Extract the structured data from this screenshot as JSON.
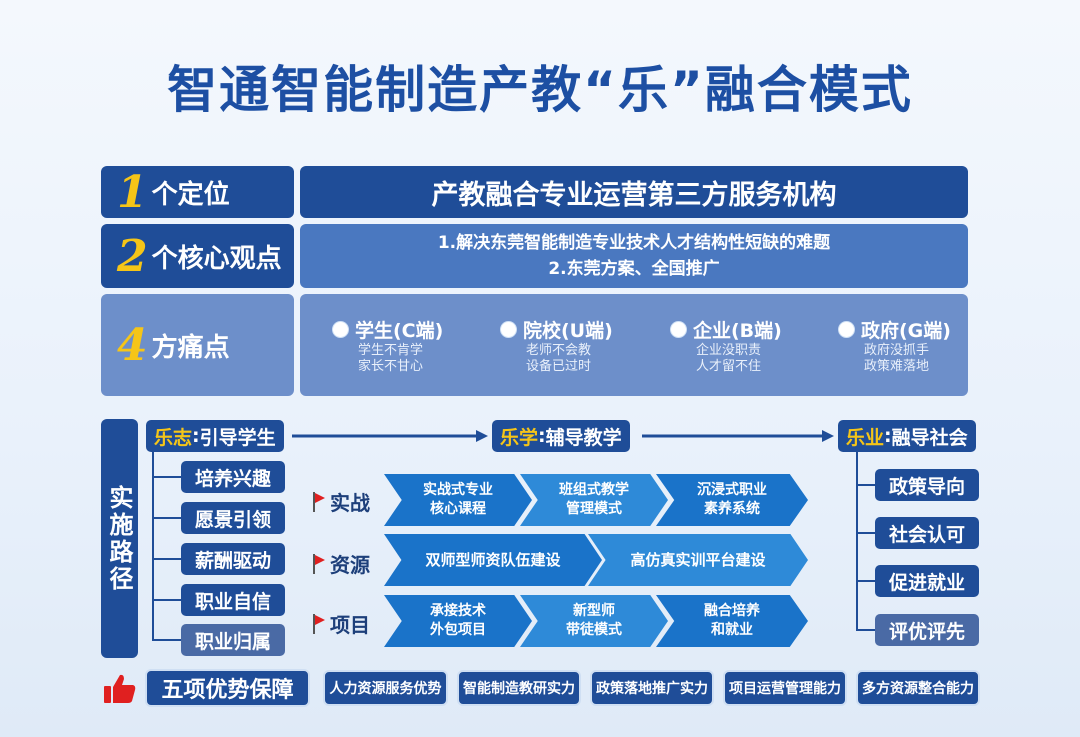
{
  "title": "智通智能制造产教“乐”融合模式",
  "rows": {
    "positioning": {
      "num": "1",
      "label": "个定位",
      "content": "产教融合专业运营第三方服务机构"
    },
    "views": {
      "num": "2",
      "label": "个核心观点",
      "lines": [
        "1.解决东莞智能制造专业技术人才结构性短缺的难题",
        "2.东莞方案、全国推广"
      ]
    },
    "pains": {
      "num": "4",
      "label": "方痛点",
      "items": [
        {
          "title": "学生(C端)",
          "sub1": "学生不肯学",
          "sub2": "家长不甘心"
        },
        {
          "title": "院校(U端)",
          "sub1": "老师不会教",
          "sub2": "设备已过时"
        },
        {
          "title": "企业(B端)",
          "sub1": "企业没职责",
          "sub2": "人才留不住"
        },
        {
          "title": "政府(G端)",
          "sub1": "政府没抓手",
          "sub2": "政策难落地"
        }
      ]
    }
  },
  "path": {
    "side_label": "实施路径",
    "stages": [
      {
        "hl": "乐志",
        "sep": ":",
        "text": "引导学生"
      },
      {
        "hl": "乐学",
        "sep": ":",
        "text": "辅导教学"
      },
      {
        "hl": "乐业",
        "sep": ":",
        "text": "融导社会"
      }
    ],
    "left_items": [
      "培养兴趣",
      "愿景引领",
      "薪酬驱动",
      "职业自信",
      "职业归属"
    ],
    "right_items": [
      "政策导向",
      "社会认可",
      "促进就业",
      "评优评先"
    ],
    "rows": [
      {
        "label": "实战",
        "chevrons": [
          [
            "实战式专业",
            "核心课程"
          ],
          [
            "班组式教学",
            "管理模式"
          ],
          [
            "沉浸式职业",
            "素养系统"
          ]
        ]
      },
      {
        "label": "资源",
        "chevrons": [
          [
            "双师型师资队伍建设"
          ],
          [
            "高仿真实训平台建设"
          ]
        ]
      },
      {
        "label": "项目",
        "chevrons": [
          [
            "承接技术",
            "外包项目"
          ],
          [
            "新型师",
            "带徒模式"
          ],
          [
            "融合培养",
            "和就业"
          ]
        ]
      }
    ]
  },
  "guarantee": {
    "label": "五项优势保障",
    "items": [
      "人力资源服务优势",
      "智能制造教研实力",
      "政策落地推广实力",
      "项目运营管理能力",
      "多方资源整合能力"
    ]
  },
  "colors": {
    "dark": "#1f4d98",
    "accent": "#f5c518",
    "chevron_a": "#1a73c9",
    "chevron_b": "#2e8ad8",
    "flag": "#e02020"
  }
}
